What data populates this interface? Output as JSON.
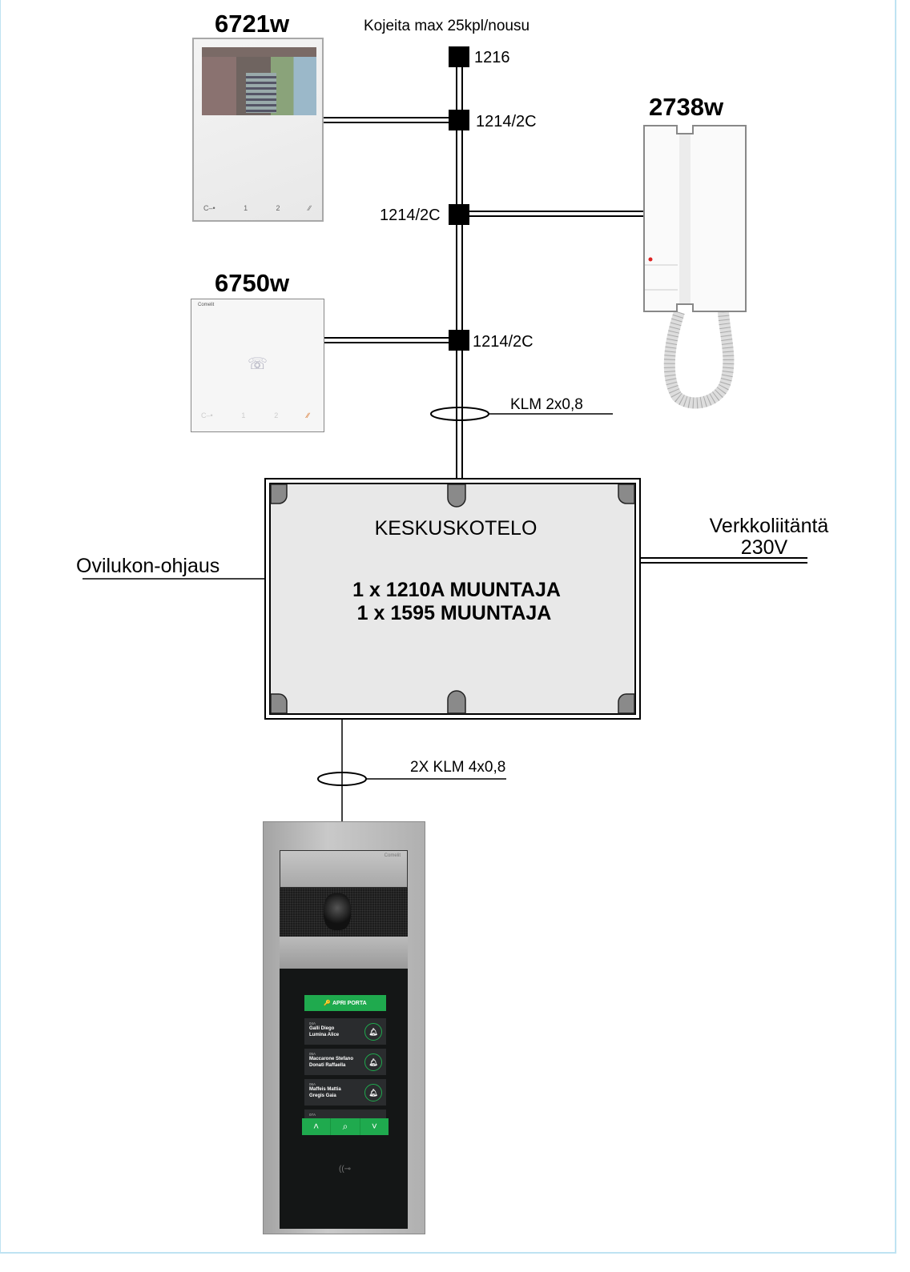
{
  "title_note": "Kojeita max 25kpl/nousu",
  "devices": {
    "monitor_6721w": {
      "model": "6721w",
      "buttons": [
        "C‒•",
        "1",
        "2",
        "∕∕"
      ]
    },
    "monitor_6750w": {
      "model": "6750w",
      "brand": "Comelit",
      "buttons": [
        "C‒•",
        "1",
        "2",
        "∕∕"
      ]
    },
    "handset_2738w": {
      "model": "2738w"
    }
  },
  "connectors": [
    "1216",
    "1214/2C",
    "1214/2C",
    "1214/2C"
  ],
  "cables": {
    "riser": "KLM 2x0,8",
    "door": "2X KLM 4x0,8"
  },
  "central_box": {
    "title": "KESKUSKOTELO",
    "line1": "1 x 1210A MUUNTAJA",
    "line2": "1 x 1595 MUUNTAJA"
  },
  "left_label": "Ovilukon-ohjaus",
  "right_label": {
    "line1": "Verkkoliitäntä",
    "line2": "230V"
  },
  "door_panel": {
    "brand": "Comelit",
    "open_button": "APRI PORTA",
    "entries": [
      {
        "apt": "04A",
        "name1": "Galli Diego",
        "name2": "Lumina Alice"
      },
      {
        "apt": "05A",
        "name1": "Maccarone Stefano",
        "name2": "Donati Raffaella"
      },
      {
        "apt": "06A",
        "name1": "Maffeis Mattia",
        "name2": "Gregis Gaia"
      },
      {
        "apt": "07A"
      }
    ],
    "nav": [
      "˄",
      "⌕",
      "˅"
    ]
  },
  "colors": {
    "green": "#1faa4e",
    "box_fill": "#e8e8e8",
    "corner": "#8a8a8a"
  }
}
